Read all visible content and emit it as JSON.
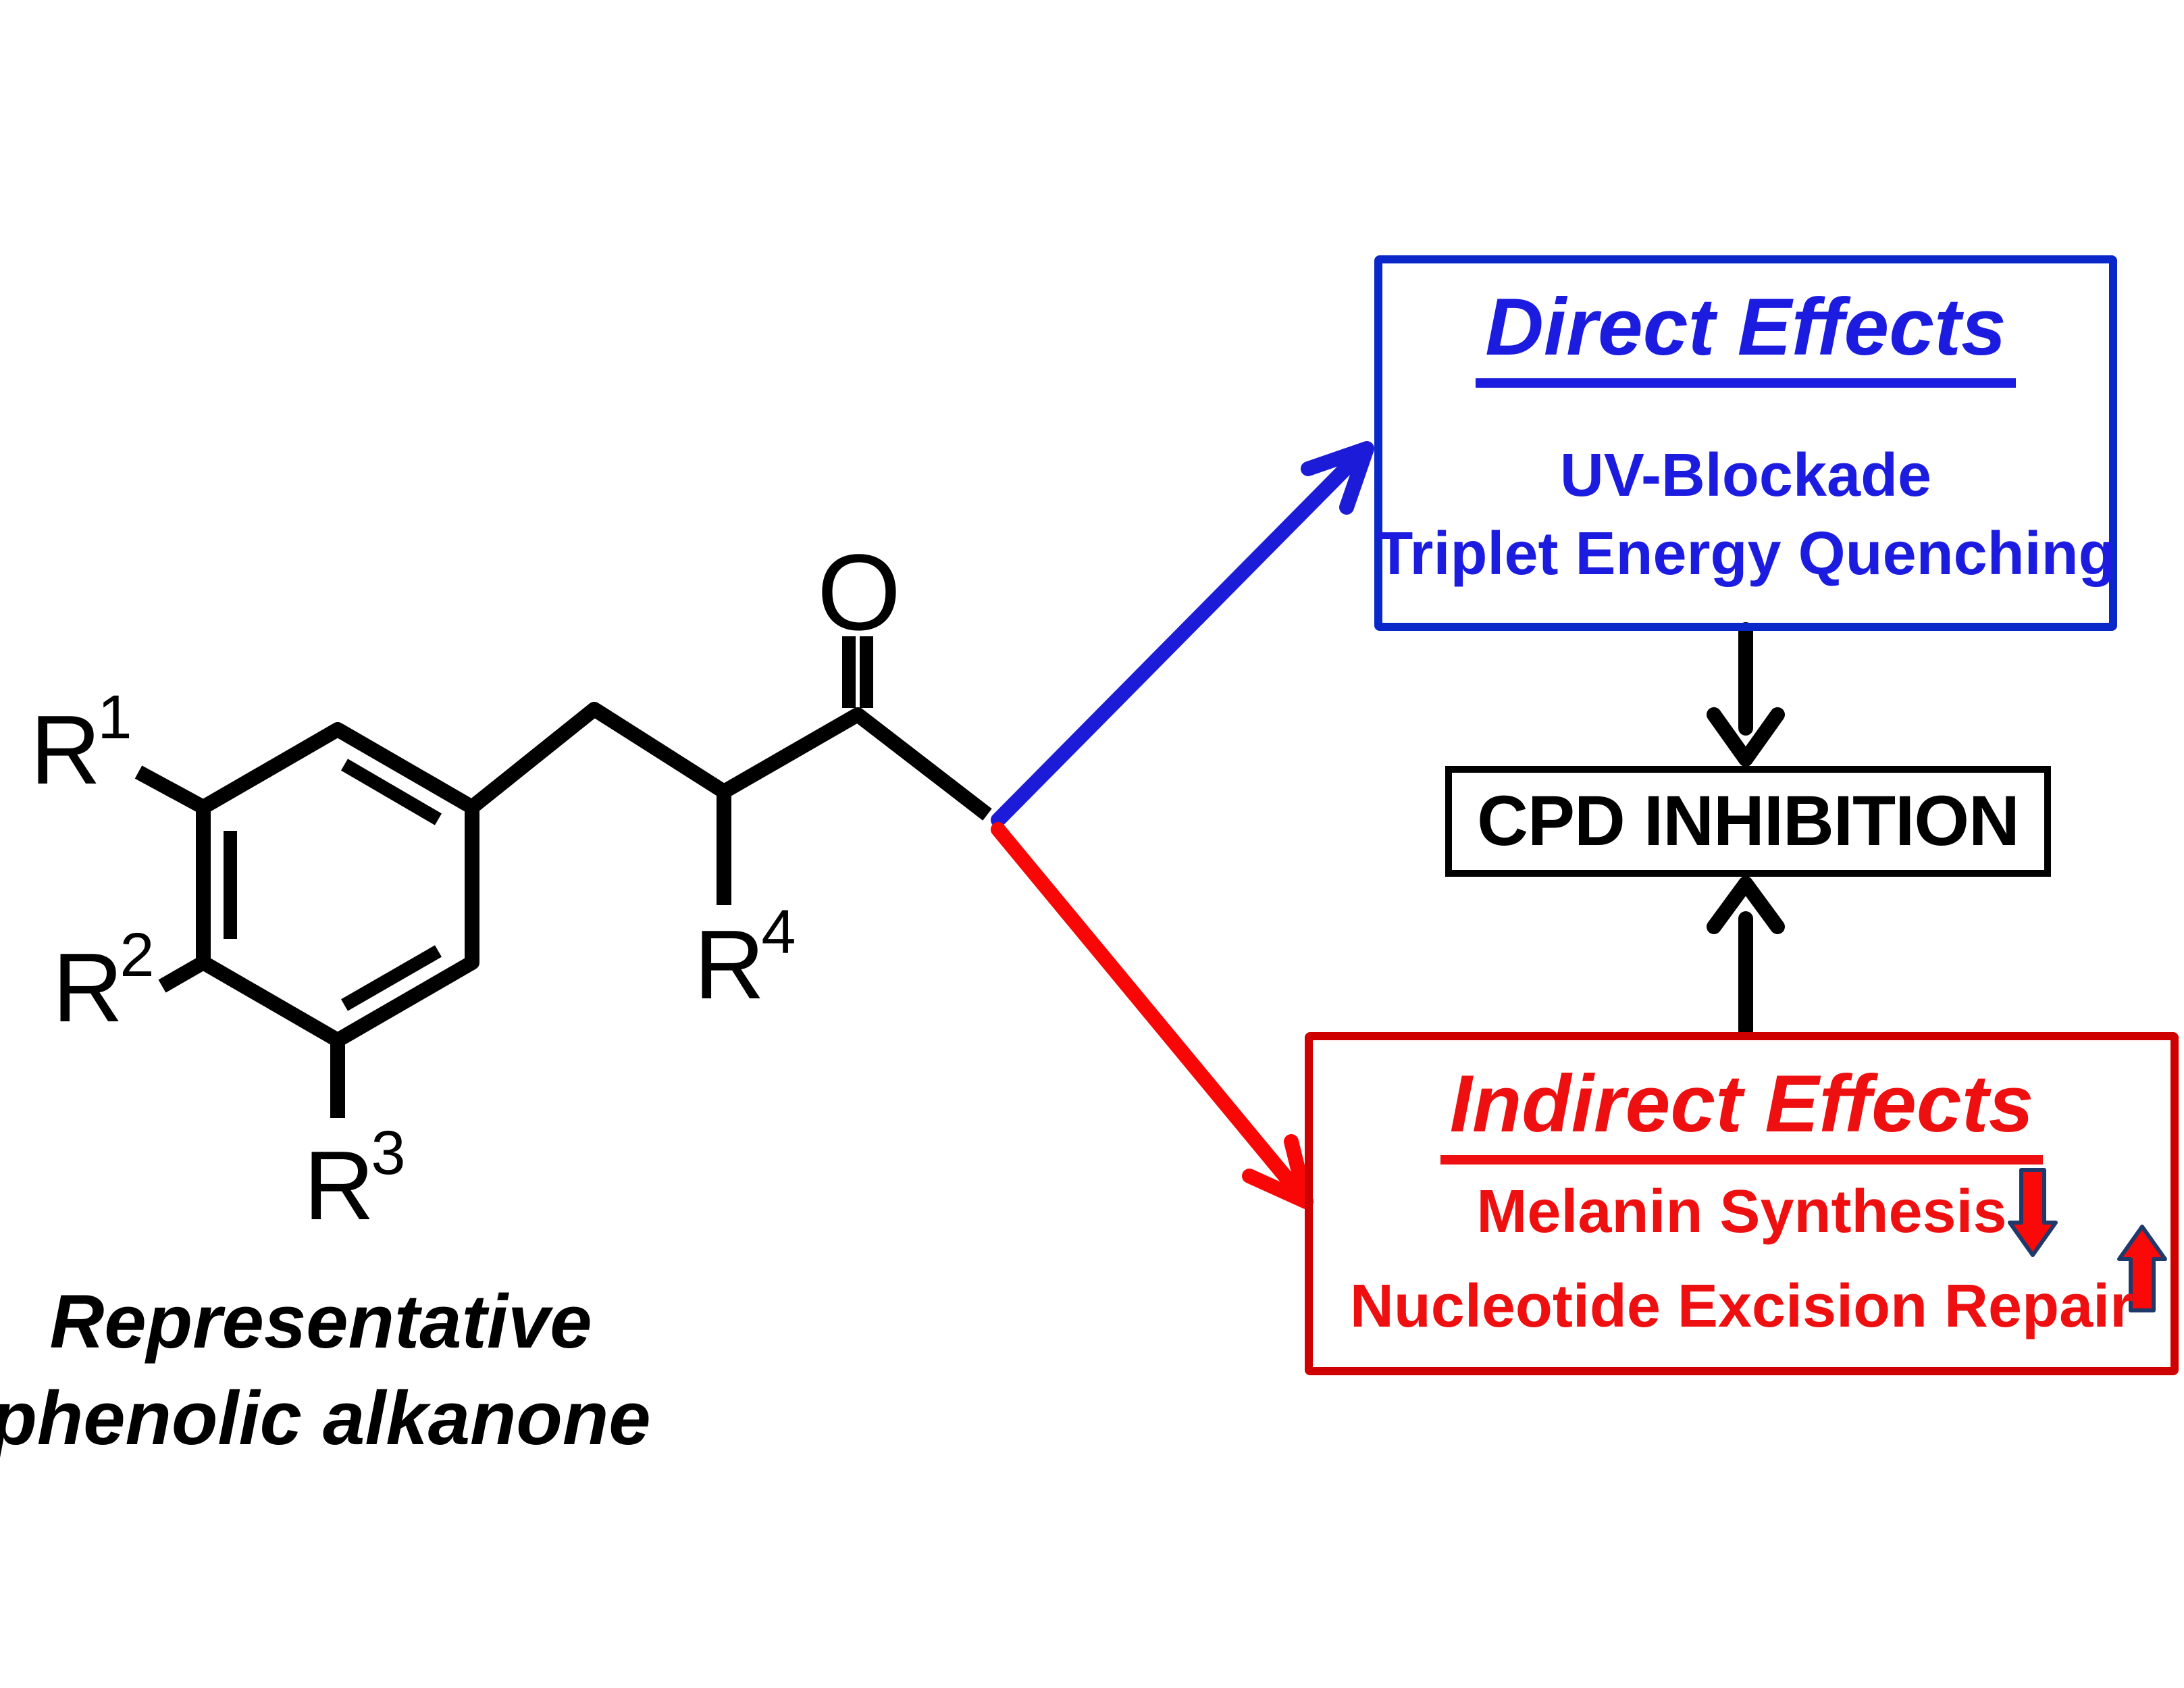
{
  "figure": {
    "background": "#ffffff"
  },
  "molecule": {
    "caption": {
      "line1": "Representative",
      "line2": "phenolic alkanone"
    },
    "substituents": {
      "r1": {
        "base": "R",
        "sup": "1"
      },
      "r2": {
        "base": "R",
        "sup": "2"
      },
      "r3": {
        "base": "R",
        "sup": "3"
      },
      "r4": {
        "base": "R",
        "sup": "4"
      }
    },
    "carbonyl_oxygen": "O"
  },
  "direct_effects_box": {
    "title": "Direct Effects",
    "items": {
      "line1": "UV-Blockade",
      "line2": "Triplet Energy Quenching"
    },
    "colors": {
      "border": "#0a28ca",
      "text": "#1c1ce0",
      "arrow": "#1c1cd8"
    }
  },
  "cpd_box": {
    "label": "CPD INHIBITION",
    "colors": {
      "border": "#000000",
      "text": "#000000"
    }
  },
  "indirect_effects_box": {
    "title": "Indirect Effects",
    "items": {
      "line1": "Melanin Synthesis",
      "line2": "Nucleotide Excision Repair"
    },
    "icons": {
      "melanin_trend": "down-arrow",
      "ner_trend": "up-arrow"
    },
    "colors": {
      "border": "#cf0000",
      "text": "#ee1010",
      "arrow": "#f90606",
      "trend_fill": "#fb0909",
      "trend_outline": "#1f3a6a"
    }
  }
}
